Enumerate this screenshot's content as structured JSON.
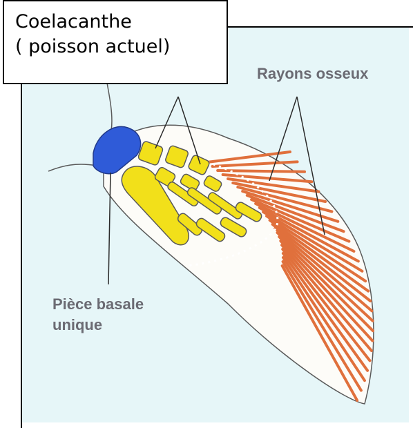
{
  "title": {
    "line1": "Coelacanthe",
    "line2": "( poisson actuel)"
  },
  "labels": {
    "rays": "Rayons osseux",
    "basal_line1": "Pièce basale",
    "basal_line2": "unique"
  },
  "colors": {
    "background": "#e6f6f8",
    "basal_piece": "#2f5bd8",
    "small_bones": "#f2e01a",
    "rays": "#e0703c"
  }
}
